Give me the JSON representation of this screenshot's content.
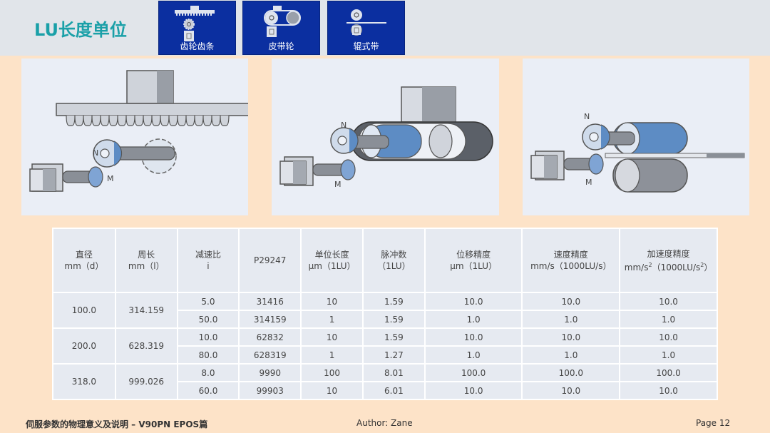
{
  "header": {
    "title": "LU长度单位",
    "tabs": [
      {
        "label": "齿轮齿条",
        "icon": "rack-pinion-icon"
      },
      {
        "label": "皮带轮",
        "icon": "belt-pulley-icon"
      },
      {
        "label": "辊式带",
        "icon": "roller-belt-icon"
      }
    ]
  },
  "diagrams": [
    {
      "name": "rack-and-pinion",
      "labels": {
        "n": "N",
        "m": "M"
      }
    },
    {
      "name": "belt-pulley",
      "labels": {
        "n": "N",
        "m": "M"
      }
    },
    {
      "name": "roller-belt",
      "labels": {
        "n": "N",
        "m": "M"
      }
    }
  ],
  "table": {
    "headers": [
      {
        "line1": "直径",
        "line2": "mm（d）"
      },
      {
        "line1": "周长",
        "line2": "mm（l）"
      },
      {
        "line1": "减速比",
        "line2": "i"
      },
      {
        "line1": "P29247",
        "line2": ""
      },
      {
        "line1": "单位长度",
        "line2": "µm（1LU）"
      },
      {
        "line1": "脉冲数",
        "line2": "（1LU）"
      },
      {
        "line1": "位移精度",
        "line2": "µm（1LU）"
      },
      {
        "line1": "速度精度",
        "line2": "mm/s（1000LU/s）"
      },
      {
        "line1": "加速度精度",
        "line2a": "mm/s",
        "line2b": "（1000LU/s",
        "line2c": "）"
      }
    ],
    "groups": [
      {
        "diameter": "100.0",
        "circumference": "314.159",
        "rows": [
          {
            "ratio": "5.0",
            "p29247": "31416",
            "unit": "10",
            "pulses": "1.59",
            "pos": "10.0",
            "speed": "10.0",
            "accel": "10.0"
          },
          {
            "ratio": "50.0",
            "p29247": "314159",
            "unit": "1",
            "pulses": "1.59",
            "pos": "1.0",
            "speed": "1.0",
            "accel": "1.0"
          }
        ]
      },
      {
        "diameter": "200.0",
        "circumference": "628.319",
        "rows": [
          {
            "ratio": "10.0",
            "p29247": "62832",
            "unit": "10",
            "pulses": "1.59",
            "pos": "10.0",
            "speed": "10.0",
            "accel": "10.0"
          },
          {
            "ratio": "80.0",
            "p29247": "628319",
            "unit": "1",
            "pulses": "1.27",
            "pos": "1.0",
            "speed": "1.0",
            "accel": "1.0"
          }
        ]
      },
      {
        "diameter": "318.0",
        "circumference": "999.026",
        "rows": [
          {
            "ratio": "8.0",
            "p29247": "9990",
            "unit": "100",
            "pulses": "8.01",
            "pos": "100.0",
            "speed": "100.0",
            "accel": "100.0"
          },
          {
            "ratio": "60.0",
            "p29247": "99903",
            "unit": "10",
            "pulses": "6.01",
            "pos": "10.0",
            "speed": "10.0",
            "accel": "10.0"
          }
        ]
      }
    ]
  },
  "footer": {
    "left": "伺服参数的物理意义及说明 – V90PN EPOS篇",
    "author": "Author:  Zane",
    "page": "Page  12"
  },
  "colors": {
    "title": "#1aa0a8",
    "tab_bg": "#0b2fa0",
    "page_bg": "#fde3c8",
    "panel_bg": "#eaeef6"
  }
}
